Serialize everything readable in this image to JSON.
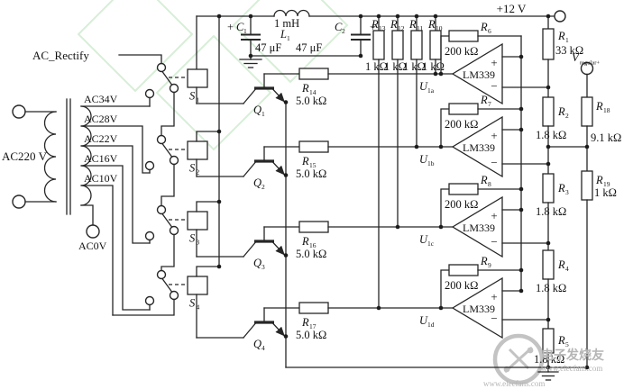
{
  "transformer": {
    "primary_label": "AC220 V",
    "tap_labels": [
      "AC34V",
      "AC28V",
      "AC22V",
      "AC16V",
      "AC10V"
    ],
    "neutral_label": "AC0V"
  },
  "rectify_label": "AC_Rectify",
  "power": {
    "rail_label": "+12 V",
    "regulated_base": "V",
    "regulated_sub": "regular+"
  },
  "filter": {
    "c_base": "C",
    "c1_sub": "1",
    "c2_sub": "2",
    "plus": "+",
    "c1_value": "47 μF",
    "c2_value": "47 μF",
    "l_base": "L",
    "l1_sub": "1",
    "l1_value": "1 mH"
  },
  "relays": {
    "symbol_base": "S",
    "subs": [
      "1",
      "2",
      "3",
      "4"
    ]
  },
  "transistors": {
    "symbol_base": "Q",
    "subs": [
      "1",
      "2",
      "3",
      "4"
    ]
  },
  "base_resistors": {
    "symbol_base": "R",
    "subs": [
      "14",
      "15",
      "16",
      "17"
    ],
    "value": "5.0 kΩ"
  },
  "pullups": {
    "symbol_base": "R",
    "subs": [
      "13",
      "12",
      "11",
      "10"
    ],
    "value": "1 kΩ"
  },
  "feedback": {
    "symbol_base": "R",
    "subs": [
      "6",
      "7",
      "8",
      "9"
    ],
    "value": "200 kΩ"
  },
  "comparators": {
    "chip": "LM339",
    "plus": "+",
    "minus": "−",
    "symbol_base": "U",
    "subs": [
      "1a",
      "1b",
      "1c",
      "1d"
    ]
  },
  "divider": {
    "symbol_base": "R",
    "r1": {
      "sub": "1",
      "value": "33 kΩ"
    },
    "r2": {
      "sub": "2",
      "value": "1.8 kΩ"
    },
    "r3": {
      "sub": "3",
      "value": "1.8 kΩ"
    },
    "r4": {
      "sub": "4",
      "value": "1.8 kΩ"
    },
    "r5": {
      "sub": "5",
      "value": "1.8 kΩ"
    }
  },
  "sense": {
    "symbol_base": "R",
    "r18": {
      "sub": "18",
      "value": "9.1 kΩ"
    },
    "r19": {
      "sub": "19",
      "value": "1 kΩ"
    }
  },
  "watermark": {
    "brand": "电子发烧友",
    "site": "www.elecfans.com",
    "site_bottom": "www.elecfans.com"
  },
  "colors": {
    "wire": "#262626",
    "watermark_green": "#d7eed7",
    "watermark_gray": "#b5b5b5"
  }
}
